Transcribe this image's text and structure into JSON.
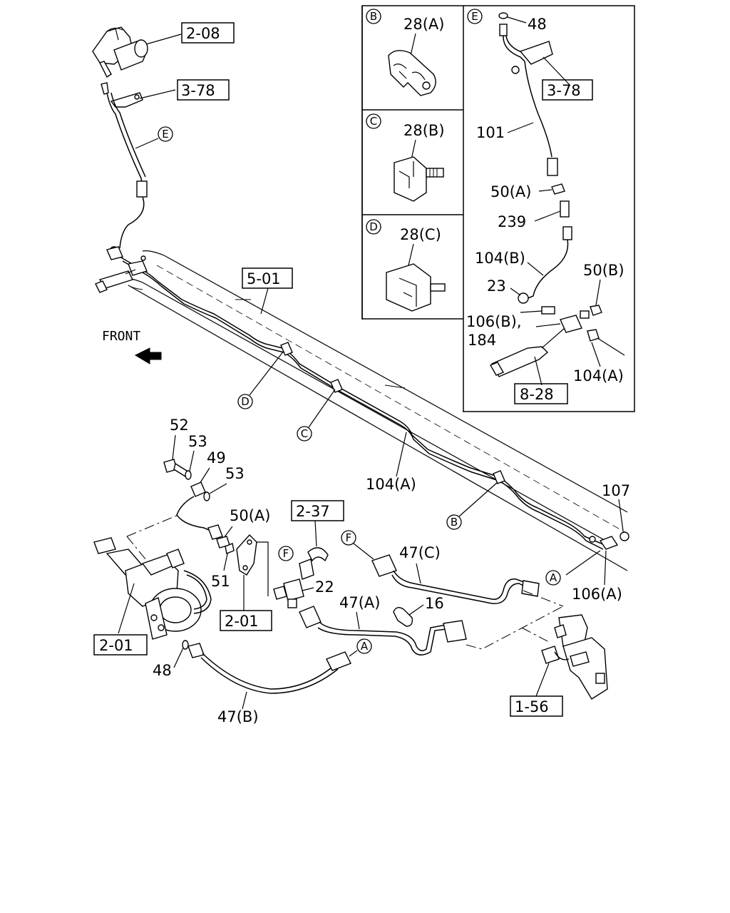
{
  "diagram": {
    "front_label": "FRONT",
    "reference_boxes": [
      {
        "id": "ref-2-08-top",
        "text": "2-08"
      },
      {
        "id": "ref-3-78-top",
        "text": "3-78"
      },
      {
        "id": "ref-5-01",
        "text": "5-01"
      },
      {
        "id": "ref-3-78-inset",
        "text": "3-78"
      },
      {
        "id": "ref-8-28",
        "text": "8-28"
      },
      {
        "id": "ref-2-37",
        "text": "2-37"
      },
      {
        "id": "ref-2-01-mid",
        "text": "2-01"
      },
      {
        "id": "ref-2-01-left",
        "text": "2-01"
      },
      {
        "id": "ref-1-56",
        "text": "1-56"
      }
    ],
    "callouts": [
      {
        "id": "callout-e-main",
        "letter": "E"
      },
      {
        "id": "callout-d-main",
        "letter": "D"
      },
      {
        "id": "callout-c-main",
        "letter": "C"
      },
      {
        "id": "callout-b-main",
        "letter": "B"
      },
      {
        "id": "callout-a-right",
        "letter": "A"
      },
      {
        "id": "callout-a-lower",
        "letter": "A"
      },
      {
        "id": "callout-f-right",
        "letter": "F"
      },
      {
        "id": "callout-f-left",
        "letter": "F"
      }
    ],
    "part_labels": {
      "p28a": "28(A)",
      "p28b": "28(B)",
      "p28c": "28(C)",
      "p48_inset": "48",
      "p101": "101",
      "p50a_inset": "50(A)",
      "p239": "239",
      "p104b": "104(B)",
      "p50b": "50(B)",
      "p23": "23",
      "p106b": "106(B),",
      "p184": "184",
      "p104a_inset": "104(A)",
      "p104a_main": "104(A)",
      "p107": "107",
      "p106a": "106(A)",
      "p52": "52",
      "p53a": "53",
      "p49": "49",
      "p53b": "53",
      "p50a_main": "50(A)",
      "p51": "51",
      "p22": "22",
      "p47c": "47(C)",
      "p47a": "47(A)",
      "p16": "16",
      "p48_main": "48",
      "p47b": "47(B)"
    },
    "inset_panels": [
      {
        "id": "inset-b",
        "letter": "B"
      },
      {
        "id": "inset-c",
        "letter": "C"
      },
      {
        "id": "inset-d",
        "letter": "D"
      },
      {
        "id": "inset-e",
        "letter": "E"
      }
    ]
  }
}
